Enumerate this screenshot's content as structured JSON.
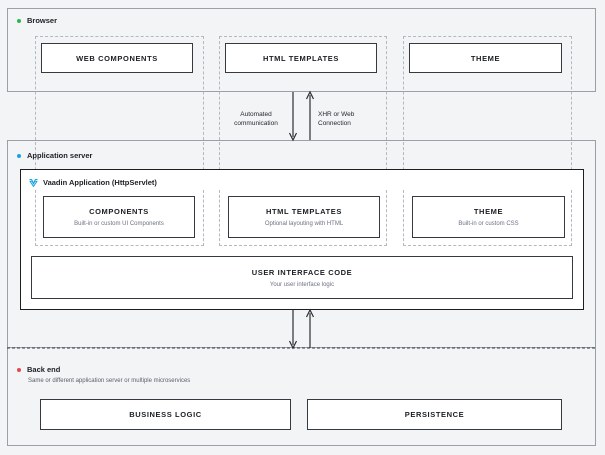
{
  "browser": {
    "title": "Browser",
    "dot_color": "#2db552",
    "boxes": [
      "WEB COMPONENTS",
      "HTML TEMPLATES",
      "THEME"
    ]
  },
  "connection": {
    "left_label": "Automated\ncommunication",
    "right_label": "XHR or Web\nConnection"
  },
  "app_server": {
    "title": "Application server",
    "dot_color": "#1aa3e0",
    "app_title": "Vaadin Application (HttpServlet)",
    "app_icon": "vaadin-logo-icon",
    "boxes": [
      {
        "title": "COMPONENTS",
        "subtitle": "Built-in or custom UI Components"
      },
      {
        "title": "HTML TEMPLATES",
        "subtitle": "Optional layouting with HTML"
      },
      {
        "title": "THEME",
        "subtitle": "Built-in or custom CSS"
      }
    ],
    "ui_code": {
      "title": "USER INTERFACE CODE",
      "subtitle": "Your user interface logic"
    }
  },
  "back_end": {
    "title": "Back end",
    "dot_color": "#e5484d",
    "subtitle": "Same or different application server or multiple  microservices",
    "boxes": [
      "BUSINESS LOGIC",
      "PERSISTENCE"
    ]
  }
}
